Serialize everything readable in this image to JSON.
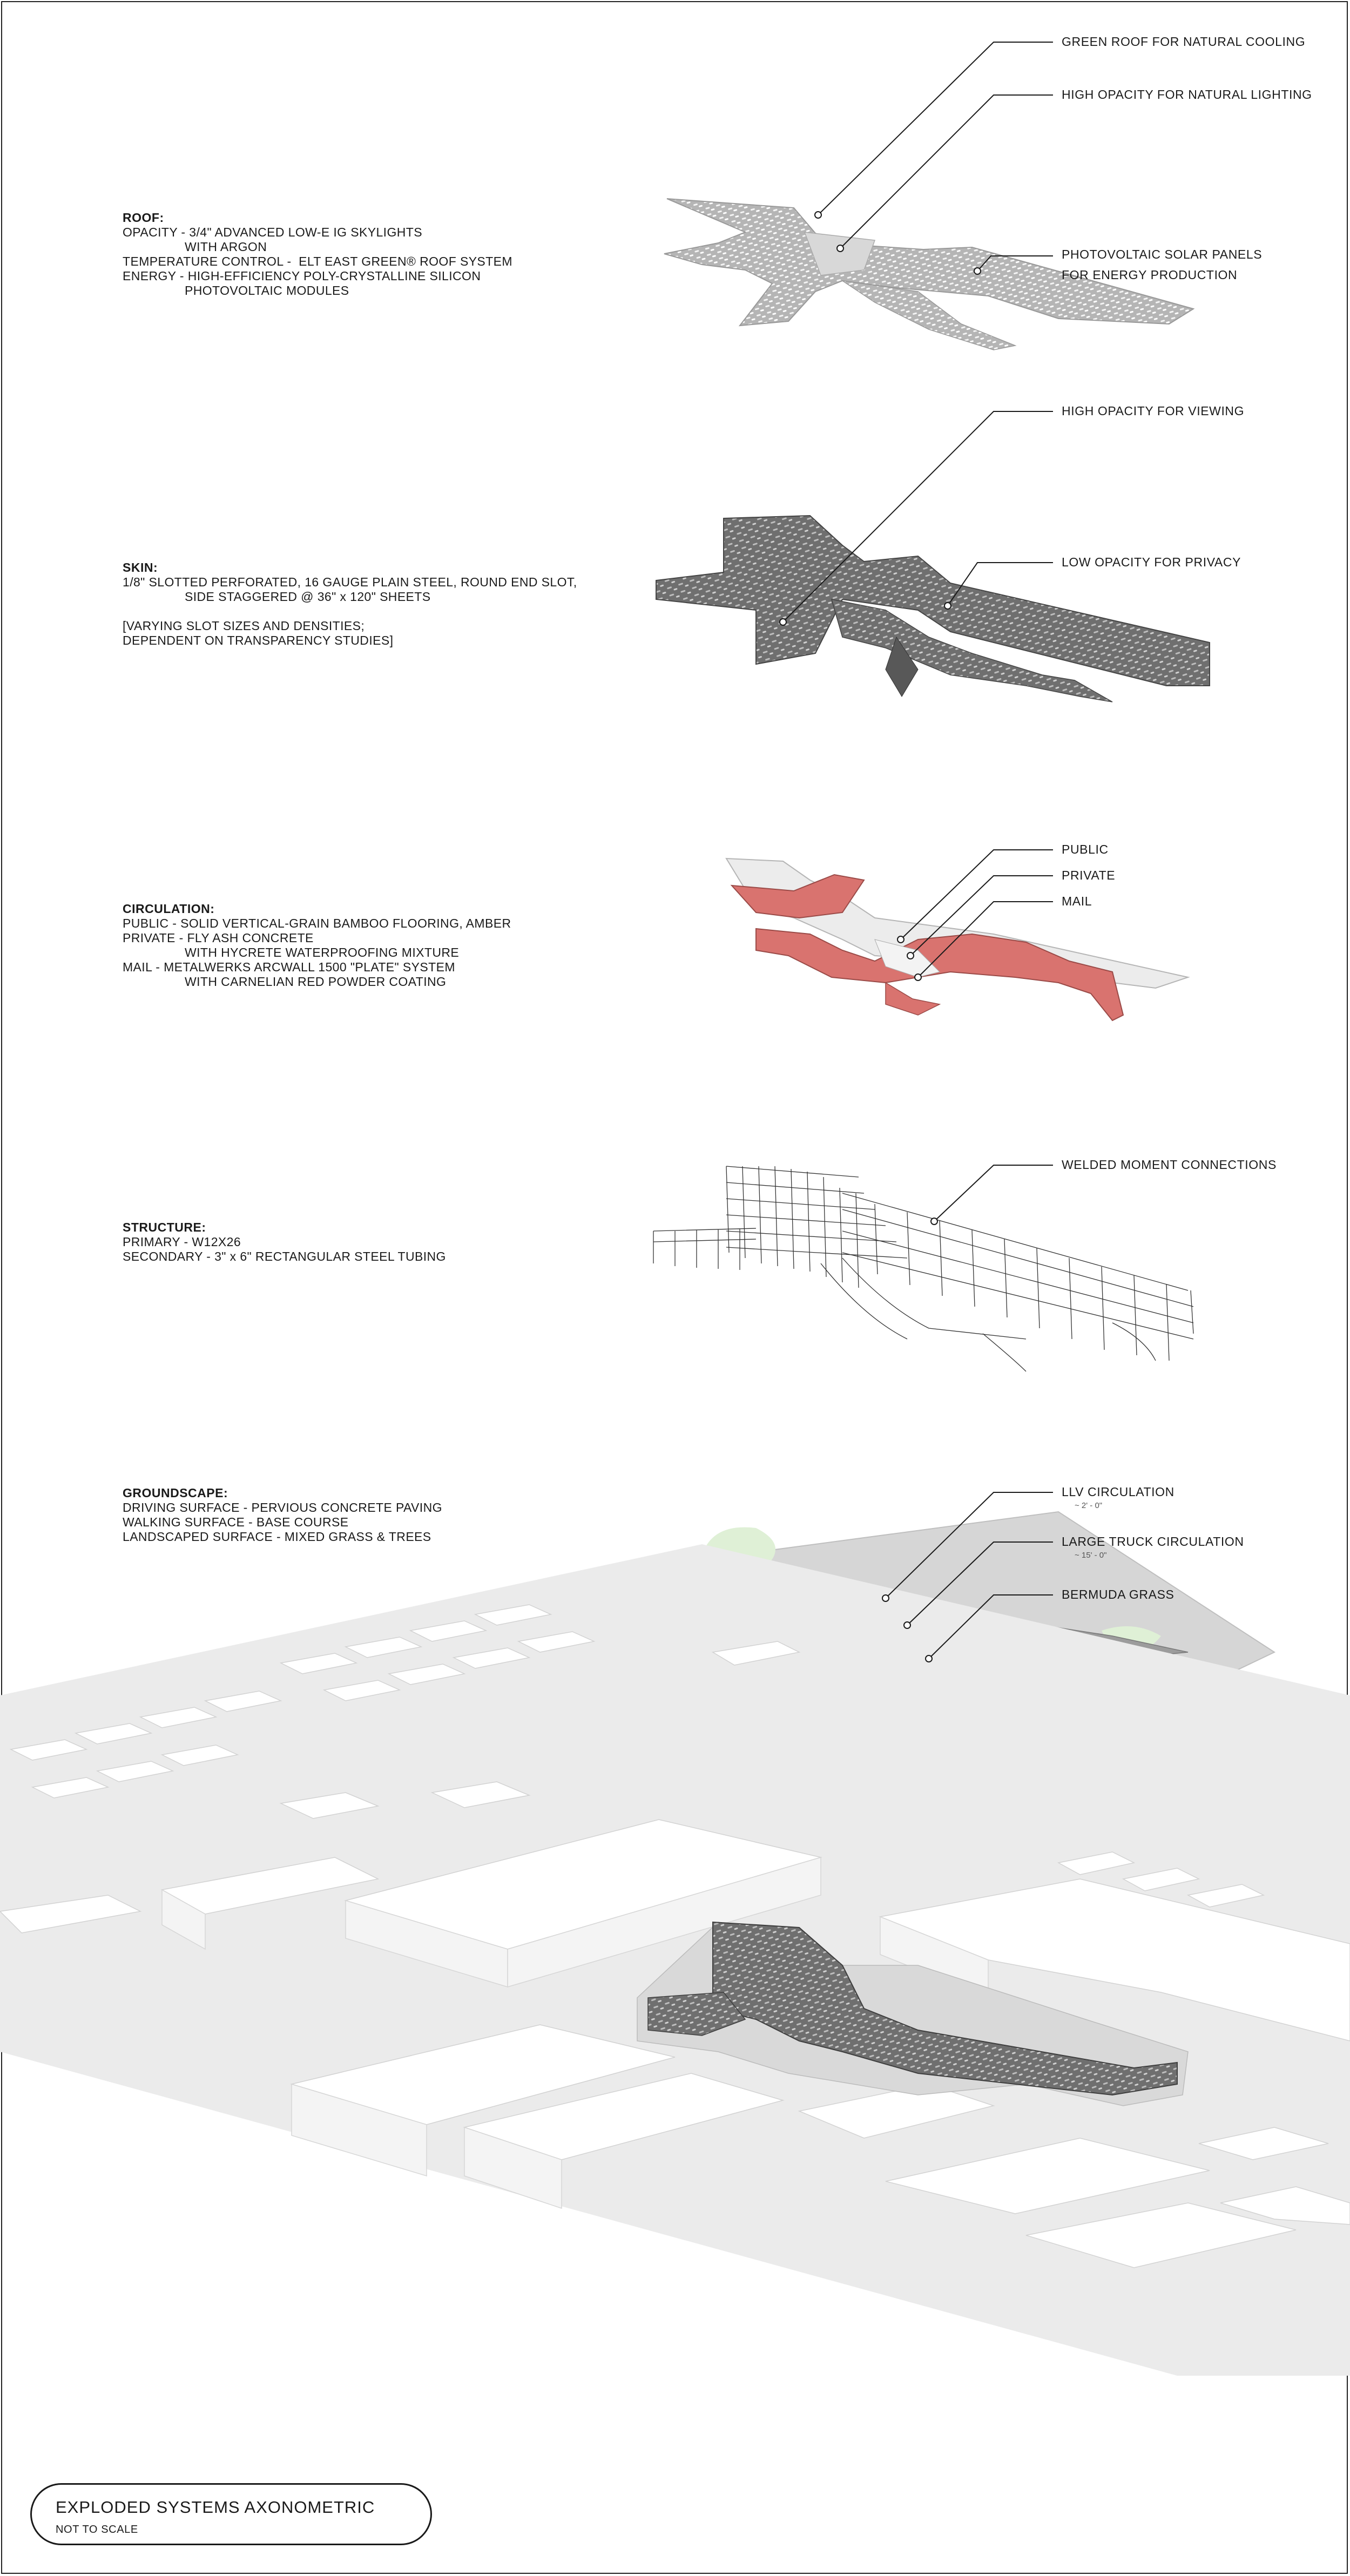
{
  "roof": {
    "title": "ROOF:",
    "lines": [
      "OPACITY - 3/4\" ADVANCED LOW-E IG SKYLIGHTS",
      "WITH ARGON",
      "TEMPERATURE CONTROL -  ELT EAST GREEN® ROOF SYSTEM",
      "ENERGY - HIGH-EFFICIENCY POLY-CRYSTALLINE SILICON",
      "PHOTOVOLTAIC MODULES"
    ],
    "callouts": [
      "GREEN ROOF FOR NATURAL COOLING",
      "HIGH OPACITY FOR NATURAL LIGHTING",
      "PHOTOVOLTAIC SOLAR PANELS",
      "FOR ENERGY PRODUCTION"
    ]
  },
  "skin": {
    "title": "SKIN:",
    "lines": [
      "1/8\" SLOTTED PERFORATED, 16 GAUGE PLAIN STEEL, ROUND END SLOT,",
      "SIDE STAGGERED @ 36\" x 120\" SHEETS",
      "",
      "[VARYING SLOT SIZES AND DENSITIES;",
      "DEPENDENT ON TRANSPARENCY STUDIES]"
    ],
    "callouts": [
      "HIGH OPACITY FOR VIEWING",
      "LOW OPACITY FOR PRIVACY"
    ]
  },
  "circulation": {
    "title": "CIRCULATION:",
    "lines": [
      "PUBLIC - SOLID VERTICAL-GRAIN BAMBOO FLOORING, AMBER",
      "PRIVATE - FLY ASH CONCRETE",
      "WITH HYCRETE WATERPROOFING MIXTURE",
      "MAIL - METALWERKS ARCWALL 1500 \"PLATE\" SYSTEM",
      "WITH CARNELIAN RED POWDER COATING"
    ],
    "callouts": [
      "PUBLIC",
      "PRIVATE",
      "MAIL"
    ]
  },
  "structure": {
    "title": "STRUCTURE:",
    "lines": [
      "PRIMARY - W12X26",
      "SECONDARY - 3\" x 6\" RECTANGULAR STEEL TUBING"
    ],
    "callouts": [
      "WELDED MOMENT CONNECTIONS"
    ]
  },
  "groundscape": {
    "title": "GROUNDSCAPE:",
    "lines": [
      "DRIVING SURFACE - PERVIOUS CONCRETE PAVING",
      "WALKING SURFACE - BASE COURSE",
      "LANDSCAPED SURFACE - MIXED GRASS & TREES"
    ],
    "callouts": [
      "LLV CIRCULATION",
      "LARGE TRUCK CIRCULATION",
      "BERMUDA GRASS"
    ],
    "dims": [
      "~ 2' - 0\"",
      "~ 15' - 0\""
    ]
  },
  "titleblock": {
    "title": "EXPLODED SYSTEMS AXONOMETRIC",
    "scale": "NOT TO SCALE"
  },
  "colors": {
    "circulation_red": "#d9736f",
    "grass": "#dff0d6",
    "skin_steel": "#6e6e6e",
    "ground": "#ebebeb"
  }
}
